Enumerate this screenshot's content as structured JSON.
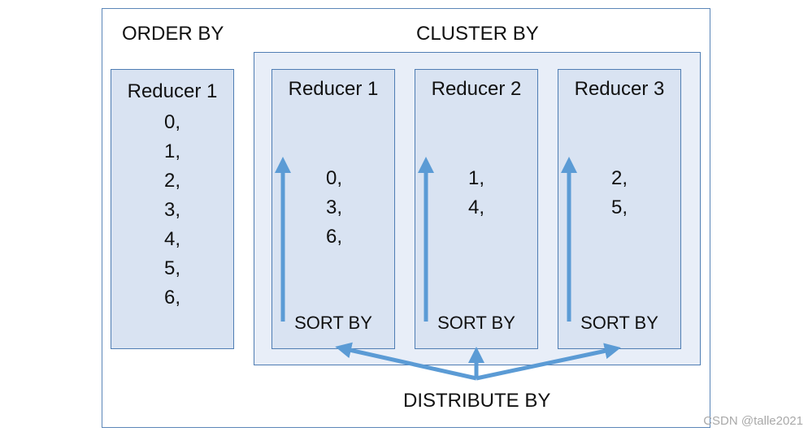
{
  "order_by": {
    "heading": "ORDER BY",
    "reducer": {
      "title": "Reducer 1",
      "values": [
        "0,",
        "1,",
        "2,",
        "3,",
        "4,",
        "5,",
        "6,"
      ]
    }
  },
  "cluster_by": {
    "heading": "CLUSTER BY",
    "reducers": [
      {
        "title": "Reducer 1",
        "values": [
          "0,",
          "3,",
          "6,"
        ],
        "sort_label": "SORT BY"
      },
      {
        "title": "Reducer 2",
        "values": [
          "1,",
          "4,"
        ],
        "sort_label": "SORT BY"
      },
      {
        "title": "Reducer 3",
        "values": [
          "2,",
          "5,"
        ],
        "sort_label": "SORT BY"
      }
    ]
  },
  "distribute_by": {
    "label": "DISTRIBUTE BY"
  },
  "watermark": "CSDN @talle2021",
  "colors": {
    "border": "#4f7db3",
    "reducer_fill": "#d9e3f2",
    "cluster_fill": "#e8eef8",
    "arrow": "#5b9bd5"
  }
}
